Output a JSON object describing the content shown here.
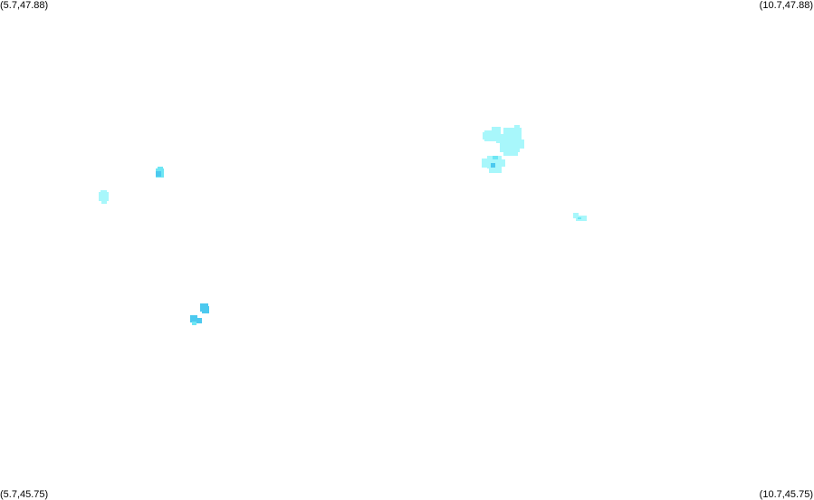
{
  "corners": {
    "top_left": "(5.7,47.88)",
    "top_right": "(10.7,47.88)",
    "bottom_left": "(5.7,45.75)",
    "bottom_right": "(10.7,45.75)"
  },
  "colors": {
    "background": "#ffffff",
    "light": "#a8f7fb",
    "medium": "#6ee6f4",
    "dark": "#4cc9ef",
    "text": "#000000"
  }
}
